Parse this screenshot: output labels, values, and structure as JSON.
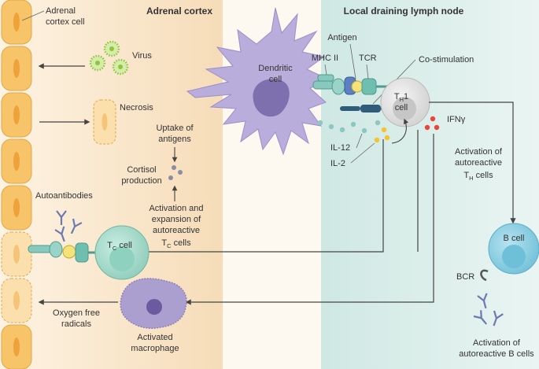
{
  "regions": {
    "adrenal_cortex": "Adrenal cortex",
    "lymph_node": "Local draining lymph node"
  },
  "labels": {
    "adrenal_cortex_cell": [
      "Adrenal",
      "cortex cell"
    ],
    "virus": "Virus",
    "necrosis": "Necrosis",
    "uptake": [
      "Uptake of",
      "antigens"
    ],
    "cortisol": [
      "Cortisol",
      "production"
    ],
    "activation_expansion": [
      "Activation and",
      "expansion of",
      "autoreactive"
    ],
    "tc_cells": {
      "main": "T",
      "sub": "C",
      "rest": " cells"
    },
    "dendritic": [
      "Dendritic",
      "cell"
    ],
    "antigen": "Antigen",
    "mhc": "MHC II",
    "tcr": "TCR",
    "costim": "Co-stimulation",
    "th1": {
      "main": "T",
      "sub": "H",
      "rest": "1",
      "line2": "cell"
    },
    "il12": "IL-12",
    "il2": "IL-2",
    "ifng": "IFNγ",
    "activation_th": [
      "Activation of",
      "autoreactive"
    ],
    "th_cells": {
      "main": "T",
      "sub": "H",
      "rest": " cells"
    },
    "autoantibodies": "Autoantibodies",
    "tc_cell": {
      "main": "T",
      "sub": "C",
      "rest": " cell"
    },
    "bcell": "B cell",
    "bcr": "BCR",
    "oxygen": [
      "Oxygen free",
      "radicals"
    ],
    "macrophage": [
      "Activated",
      "macrophage"
    ],
    "activation_b": [
      "Activation of",
      "autoreactive B cells"
    ]
  },
  "colors": {
    "cortex_bg": "#fbe3c2",
    "node_bg": "#d8ece8",
    "cell_fill": "#f7c46a",
    "cell_nucleus": "#eda33a",
    "dendritic": "#b9addb",
    "th1": "#e4e4e4",
    "tc": "#a8dccf",
    "bcell": "#8fd0e3",
    "macrophage": "#aa9fcf",
    "virus": "#8dc63f",
    "arrow": "#444444",
    "il12_dot": "#8cc7c0",
    "il2_dot": "#f4c430",
    "ifng_dot": "#e8463c",
    "cortisol_dot": "#8a8ca2",
    "antibody": "#6d7ab2"
  }
}
